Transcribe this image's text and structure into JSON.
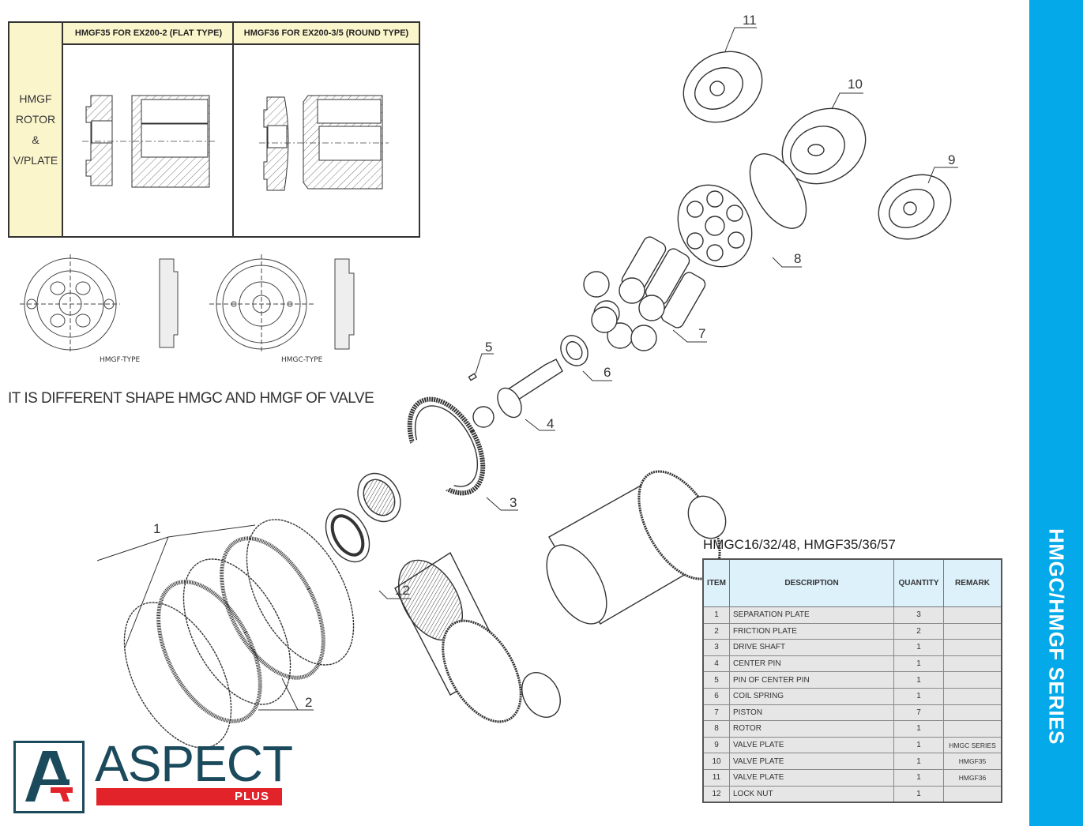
{
  "comparison": {
    "side_label": [
      "HMGF",
      "ROTOR",
      "&",
      "V/PLATE"
    ],
    "col1_header": "HMGF35 FOR EX200-2 (FLAT TYPE)",
    "col2_header": "HMGF36 FOR EX200-3/5 (ROUND TYPE)"
  },
  "valve_types": {
    "hmgf_caption": "HMGF-TYPE",
    "hmgc_caption": "HMGC-TYPE",
    "note": "IT IS DIFFERENT SHAPE  HMGC AND HMGF OF VALVE"
  },
  "callouts": [
    "1",
    "2",
    "3",
    "4",
    "5",
    "6",
    "7",
    "8",
    "9",
    "10",
    "11",
    "12"
  ],
  "parts_table": {
    "title": "HMGC16/32/48, HMGF35/36/57",
    "headers": [
      "ITEM",
      "DESCRIPTION",
      "QUANTITY",
      "REMARK"
    ],
    "rows": [
      {
        "item": "1",
        "description": "SEPARATION PLATE",
        "quantity": "3",
        "remark": ""
      },
      {
        "item": "2",
        "description": "FRICTION PLATE",
        "quantity": "2",
        "remark": ""
      },
      {
        "item": "3",
        "description": "DRIVE SHAFT",
        "quantity": "1",
        "remark": ""
      },
      {
        "item": "4",
        "description": "CENTER PIN",
        "quantity": "1",
        "remark": ""
      },
      {
        "item": "5",
        "description": "PIN OF CENTER PIN",
        "quantity": "1",
        "remark": ""
      },
      {
        "item": "6",
        "description": "COIL SPRING",
        "quantity": "1",
        "remark": ""
      },
      {
        "item": "7",
        "description": "PISTON",
        "quantity": "7",
        "remark": ""
      },
      {
        "item": "8",
        "description": "ROTOR",
        "quantity": "1",
        "remark": ""
      },
      {
        "item": "9",
        "description": "VALVE PLATE",
        "quantity": "1",
        "remark": "HMGC SERIES"
      },
      {
        "item": "10",
        "description": "VALVE PLATE",
        "quantity": "1",
        "remark": "HMGF35"
      },
      {
        "item": "11",
        "description": "VALVE PLATE",
        "quantity": "1",
        "remark": "HMGF36"
      },
      {
        "item": "12",
        "description": "LOCK NUT",
        "quantity": "1",
        "remark": ""
      }
    ]
  },
  "side_band": {
    "text": "HMGC/HMGF SERIES",
    "color": "#03a9e8"
  },
  "logo": {
    "word": "ASPECT",
    "sub": "PLUS",
    "primary_color": "#1b4a5c",
    "accent_color": "#e2232a"
  }
}
